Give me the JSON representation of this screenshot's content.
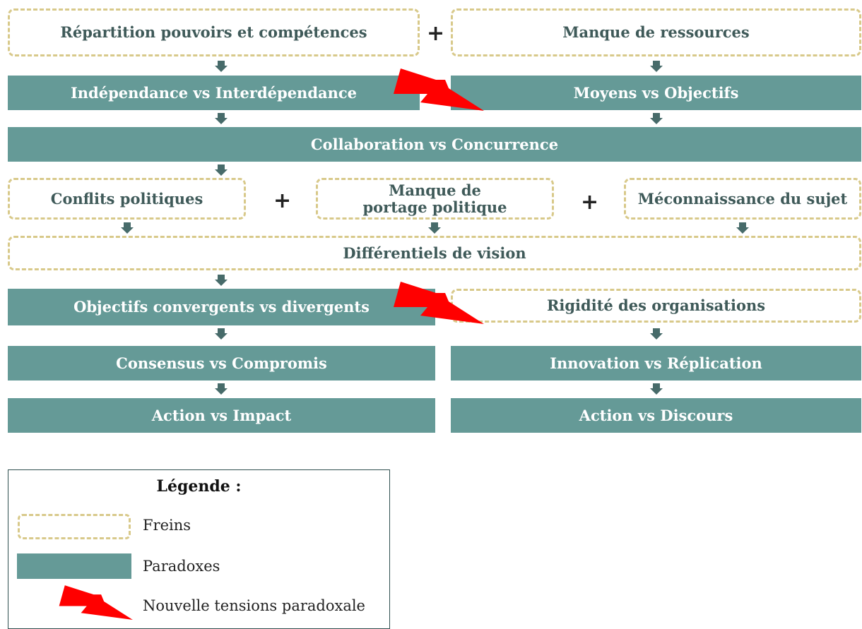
{
  "freins": {
    "repartition": "Répartition pouvoirs et compétences",
    "ressources": "Manque de ressources",
    "conflits": "Conflits politiques",
    "portage": "Manque de portage politique",
    "meconnaissance": "Méconnaissance du sujet",
    "differentiels": "Différentiels de vision",
    "rigidite": "Rigidité des organisations"
  },
  "paradoxes": {
    "independance": "Indépendance vs Interdépendance",
    "moyens": "Moyens vs Objectifs",
    "collaboration": "Collaboration vs Concurrence",
    "objectifs": "Objectifs convergents vs divergents",
    "consensus": "Consensus vs Compromis",
    "innovation": "Innovation vs Réplication",
    "action_impact": "Action vs Impact",
    "action_discours": "Action vs Discours"
  },
  "plus_sign": "+",
  "legend": {
    "title": "Légende :",
    "freins": "Freins",
    "paradoxes": "Paradoxes",
    "tensions": "Nouvelle tensions paradoxale"
  },
  "colors": {
    "frein_border": "#d8c98a",
    "paradoxe_fill": "#659a97",
    "arrow": "#476b6a",
    "tension": "#ff0000"
  },
  "icons": {
    "arrow": "down-arrow-icon",
    "tension": "lightning-bolt-icon"
  }
}
